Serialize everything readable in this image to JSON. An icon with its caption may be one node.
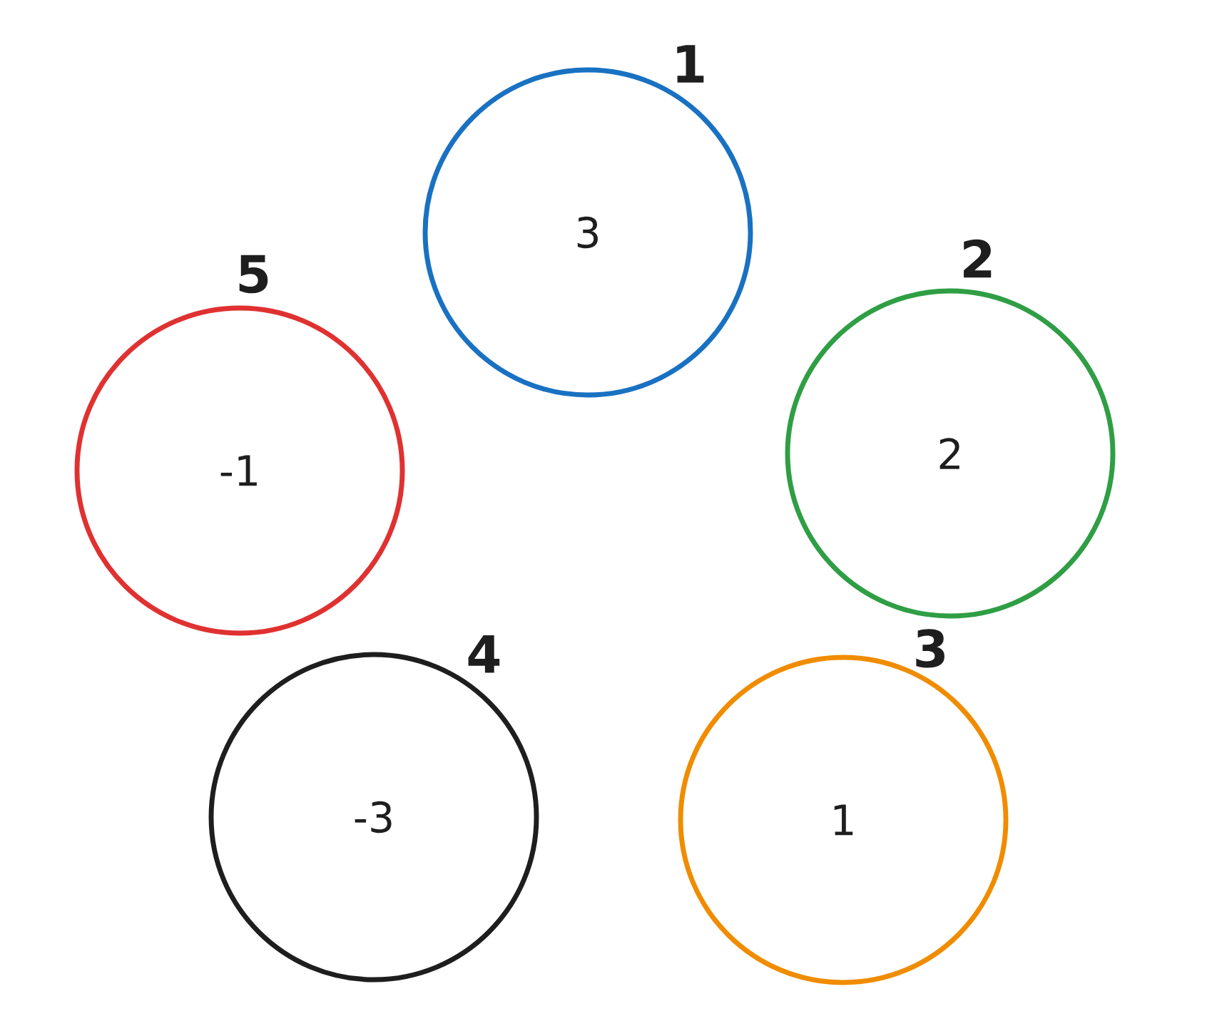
{
  "diagram": {
    "nodes": [
      {
        "text": [
          "3"
        ],
        "beside": [
          "1"
        ]
      },
      {
        "text": [
          "-1"
        ],
        "beside": [
          "5"
        ]
      },
      {
        "text": [
          "2"
        ],
        "beside": [
          "2"
        ]
      },
      {
        "text": [
          "-3"
        ],
        "beside": [
          "4"
        ]
      },
      {
        "text": [
          "1"
        ],
        "beside": [
          "3"
        ]
      }
    ]
  }
}
